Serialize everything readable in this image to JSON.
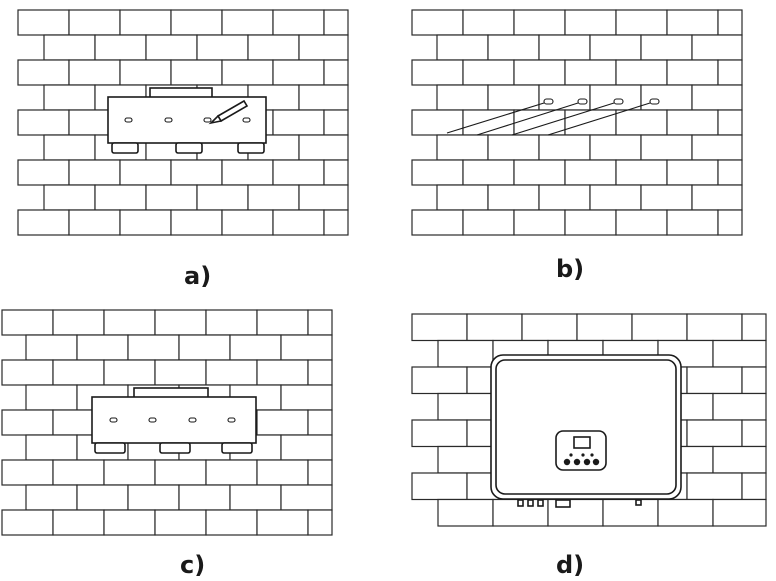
{
  "figure": {
    "panel_a": {
      "caption": "a)"
    },
    "panel_b": {
      "caption": "b)"
    },
    "panel_c": {
      "caption": "c)"
    },
    "panel_d": {
      "caption": "d)"
    }
  },
  "colors": {
    "line": "#1a1a1a",
    "background": "#ffffff"
  }
}
